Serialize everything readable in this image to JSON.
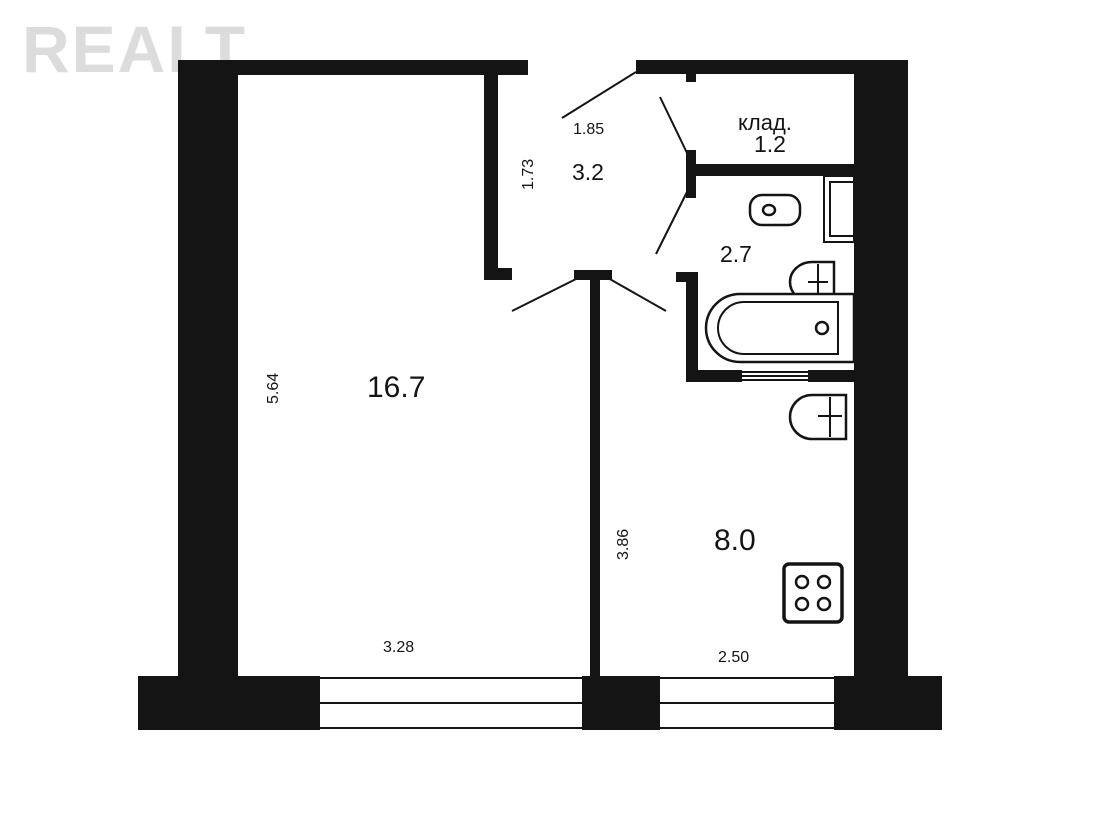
{
  "watermark": {
    "text": "REALT"
  },
  "rooms": {
    "living": {
      "area": "16.7",
      "width": "3.28",
      "length": "5.64"
    },
    "kitchen": {
      "area": "8.0",
      "width": "2.50",
      "length": "3.86"
    },
    "hall": {
      "area": "3.2",
      "width": "1.85",
      "length": "1.73"
    },
    "storage": {
      "name": "клад.",
      "area": "1.2"
    },
    "bathroom": {
      "area": "2.7"
    }
  },
  "colors": {
    "wall": "#141414",
    "background": "#ffffff",
    "watermark": "#dcdcdc"
  },
  "icons": [
    "toilet-icon",
    "sink-icon",
    "bathtub-icon",
    "stove-icon",
    "window-icon",
    "door-swing-icon"
  ]
}
